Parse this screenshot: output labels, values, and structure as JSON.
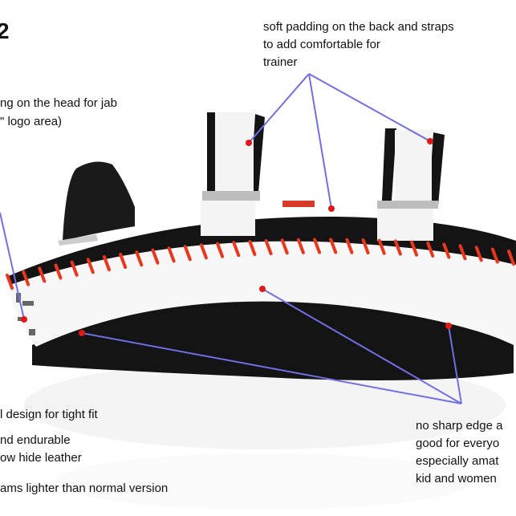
{
  "heading": "2",
  "annotations": {
    "padding_back": [
      "soft padding on the back and straps",
      "to add comfortable for",
      "trainer"
    ],
    "head_padding": [
      "ng on the head for jab",
      "\" logo area)"
    ],
    "design_fit": "l design for tight fit",
    "leather": [
      "nd endurable",
      "ow hide leather"
    ],
    "lighter": "ams lighter than normal version",
    "no_sharp_edge": [
      "no sharp edge a",
      "good for everyo",
      "especially amat",
      "kid and women"
    ]
  },
  "colors": {
    "leader_line": "#6f6fe6",
    "marker": "#e01818",
    "stitch": "#e8371c",
    "pad_black": "#141414",
    "pad_white": "#f7f7f7"
  }
}
